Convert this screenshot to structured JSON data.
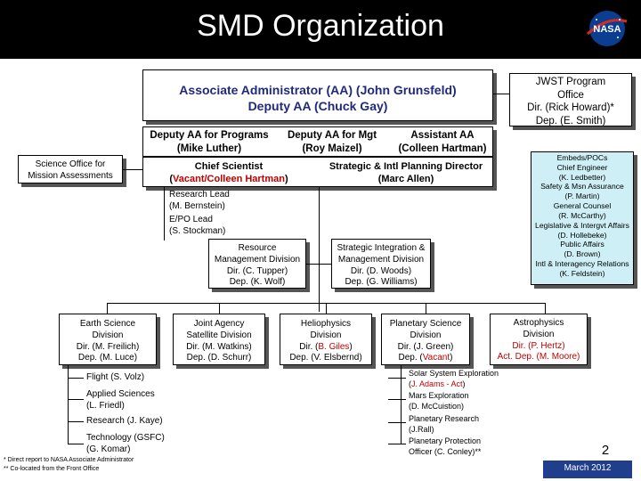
{
  "title": "SMD Organization",
  "logo": {
    "icon": "nasa-meatball-logo",
    "text": "NASA"
  },
  "aa_box": {
    "line1": "Associate Administrator (AA) (John Grunsfeld)",
    "line2": "Deputy AA (Chuck Gay)"
  },
  "deputies": [
    {
      "line1": "Deputy AA for Programs",
      "line2": "(Mike Luther)"
    },
    {
      "line1": "Deputy AA for Mgt",
      "line2": "(Roy Maizel)"
    },
    {
      "line1": "Assistant AA",
      "line2": "(Colleen Hartman)"
    }
  ],
  "science_office": {
    "line1": "Science Office for",
    "line2": "Mission Assessments"
  },
  "chief_scientist": {
    "line1": "Chief Scientist",
    "line2_prefix": "(",
    "line2_red": "Vacant/Colleen Hartman",
    "line2_suffix": ")"
  },
  "strategic_planning": {
    "line1": "Strategic & Intl Planning Director",
    "line2": "(Marc Allen)"
  },
  "research_lead": {
    "line1": "Research Lead",
    "line2": "(M. Bernstein)"
  },
  "epo_lead": {
    "line1": "E/PO Lead",
    "line2": "(S. Stockman)"
  },
  "resource_mgmt": {
    "lines": [
      "Resource",
      "Management Division",
      "Dir. (C. Tupper)",
      "Dep. (K. Wolf)"
    ]
  },
  "strategic_integration": {
    "lines": [
      "Strategic Integration &",
      "Management Division",
      "Dir. (D. Woods)",
      "Dep. (G. Williams)"
    ]
  },
  "jwst_box": {
    "lines": [
      "JWST Program",
      "Office",
      "Dir. (Rick Howard)*",
      "Dep. (E. Smith)"
    ]
  },
  "embeds_box": {
    "lines": [
      "Embeds/POCs",
      "Chief Engineer",
      "(K. Ledbetter)",
      "Safety & Msn Assurance",
      "(P. Martin)",
      "General Counsel",
      "(R. McCarthy)",
      "Legislative & Intergvt Affairs",
      "(D. Hollebeke)",
      "Public Affairs",
      "(D. Brown)",
      "Intl & Interagency Relations",
      "(K. Feldstein)"
    ]
  },
  "divisions": [
    {
      "lines": [
        "Earth Science",
        "Division",
        "Dir. (M. Freilich)",
        "Dep. (M. Luce)"
      ]
    },
    {
      "lines": [
        "Joint Agency",
        "Satellite Division",
        "Dir. (M. Watkins)",
        "Dep. (D. Schurr)"
      ]
    },
    {
      "l1": "Heliophysics",
      "l2": "Division",
      "l3_prefix": "Dir. (",
      "l3_red": "B. Giles",
      "l3_suffix": ")",
      "l4": "Dep. (V. Elsbernd)"
    },
    {
      "l1": "Planetary Science",
      "l2": "Division",
      "l3": "Dir. (J. Green)",
      "l4_prefix": "Dep. (",
      "l4_red": "Vacant",
      "l4_suffix": ")"
    },
    {
      "l1": "Astrophysics",
      "l2": "Division",
      "l3_red": "Dir. (P. Hertz)",
      "l4_red": "Act. Dep. (M. Moore)"
    }
  ],
  "earth_sub": [
    {
      "lines": [
        "Flight (S. Volz)"
      ]
    },
    {
      "lines": [
        "Applied Sciences",
        "(L. Friedl)"
      ]
    },
    {
      "lines": [
        "Research (J. Kaye)"
      ]
    },
    {
      "lines": [
        "Technology (GSFC)",
        "(G. Komar)"
      ]
    }
  ],
  "planetary_sub": {
    "sse_line1": "Solar System Exploration",
    "sse_line2_prefix": "(",
    "sse_line2_red": "J. Adams - Act",
    "sse_line2_suffix": ")",
    "mars_line1": "Mars Exploration",
    "mars_line2": "(D. McCuistion)",
    "research_line1": "Planetary Research",
    "research_line2": "(J.Rall)",
    "protection_line1": "Planetary Protection",
    "protection_line2": "Officer (C. Conley)**"
  },
  "footnotes": [
    "*  Direct report to NASA Associate Administrator",
    "** Co-located from the Front Office"
  ],
  "page_number": "2",
  "date": "March 2012",
  "colors": {
    "accent_red": "#c00000",
    "navy_text": "#1f2a7a",
    "embed_fill": "#cdeff5",
    "date_fill": "#1f3e8c"
  }
}
